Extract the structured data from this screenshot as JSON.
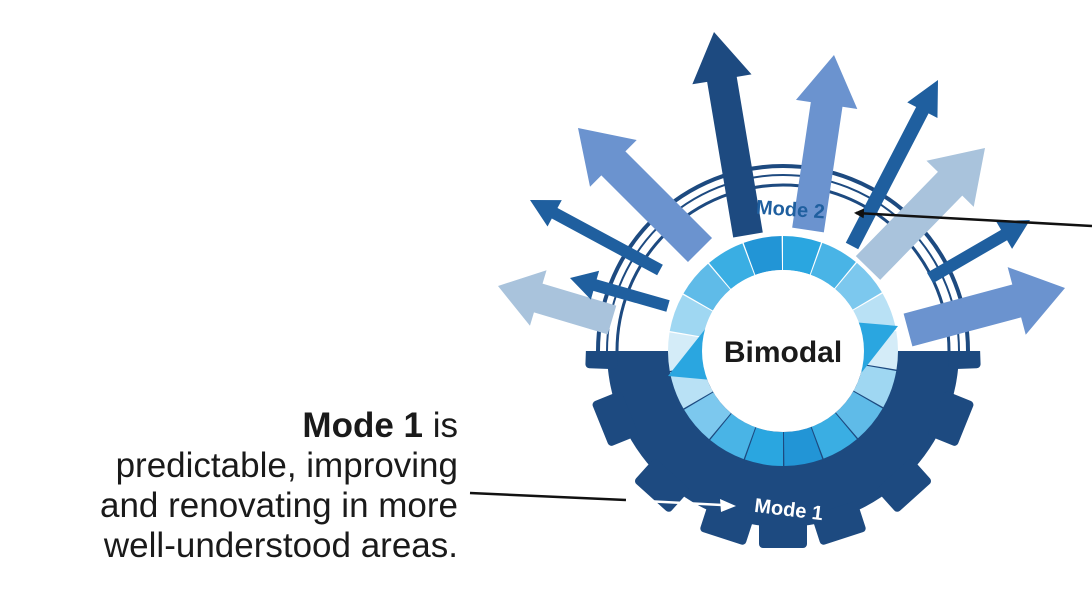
{
  "center_label": "Bimodal",
  "mode2_label": "Mode 2",
  "mode1_label": "Mode 1",
  "caption": {
    "bold": "Mode 1",
    "rest": " is",
    "line2": "predictable, improving",
    "line3": "and renovating in more",
    "line4": "well-understood areas."
  },
  "colors": {
    "dark_navy": "#1d4a80",
    "mid_blue": "#1f5f9f",
    "periwinkle": "#6b93cf",
    "pale_blue": "#a9c3dc",
    "ring_bright": "#2aa6e0",
    "ring_light": "#9fd7f2"
  },
  "icons": [
    "arrow-icon"
  ]
}
